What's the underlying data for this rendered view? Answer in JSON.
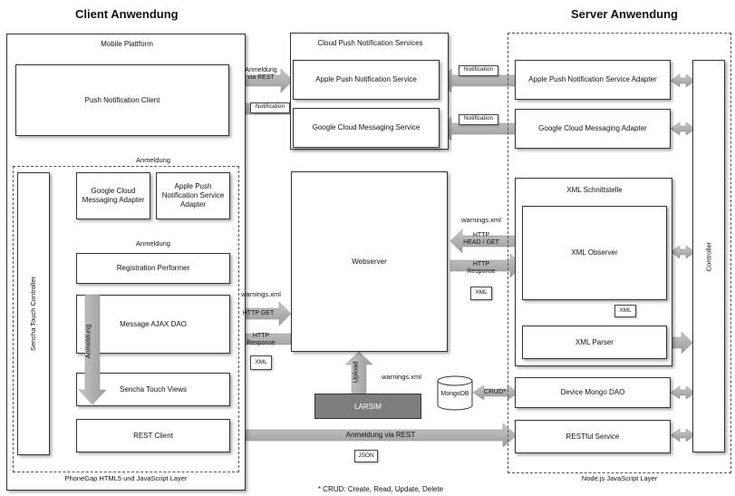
{
  "headers": {
    "client": "Client Anwendung",
    "server": "Server Anwendung"
  },
  "client": {
    "platform_title": "Mobile Plattform",
    "push_client": "Push Notification Client",
    "gcm_adapter": "Google Cloud Messaging Adapter",
    "apns_adapter": "Apple Push Notification Service Adapter",
    "anmeldung_top": "Anmeldung",
    "anmeldung_mid": "Anmeldung",
    "anmeldung_vertical": "Anmeldung",
    "registration": "Registration Performer",
    "ajax_dao": "Message AJAX DAO",
    "views": "Sencha Touch Views",
    "rest_client": "REST Client",
    "sencha_controller": "Sencha Touch Controller",
    "layer": "PhoneGap HTML5 und JavaScript Layer"
  },
  "cloud": {
    "title": "Cloud Push Notification Services",
    "apns": "Apple Push Notification Service",
    "gcm": "Google Cloud Messaging Service"
  },
  "center": {
    "webserver": "Webserver",
    "larsim": "LARSIM",
    "upload": "Upload",
    "warnings_bottom": "warnings.xml",
    "mongodb": "MongoDB",
    "crud": "CRUD*"
  },
  "server": {
    "apns_adapter": "Apple Push Notification Service Adapter",
    "gcm_adapter": "Google Cloud Messaging Adapter",
    "xml_title": "XML Schnittstelle",
    "xml_observer": "XML Observer",
    "xml_parser": "XML Parser",
    "mongo_dao": "Device Mongo DAO",
    "restful": "RESTful Service",
    "controller": "Controller",
    "layer": "Node.js JavaScript Layer"
  },
  "flows": {
    "anmeldung_rest_l1": "Anmeldung",
    "anmeldung_rest_l2": "via REST",
    "notification": "Notification",
    "warnings_left": "warnings.xml",
    "http_get": "HTTP GET",
    "http_response_l1": "HTTP",
    "http_response_l2": "Response",
    "warnings_right": "warnings.xml",
    "http_head_l1": "HTTP",
    "http_head_l2": "HEAD / GET",
    "http_resp_r_l1": "HTTP",
    "http_resp_r_l2": "Response",
    "xml": "XML",
    "json": "JSON",
    "anmeldung_via_rest": "Anmeldung via REST"
  },
  "footnote": "* CRUD: Create, Read, Update, Delete"
}
